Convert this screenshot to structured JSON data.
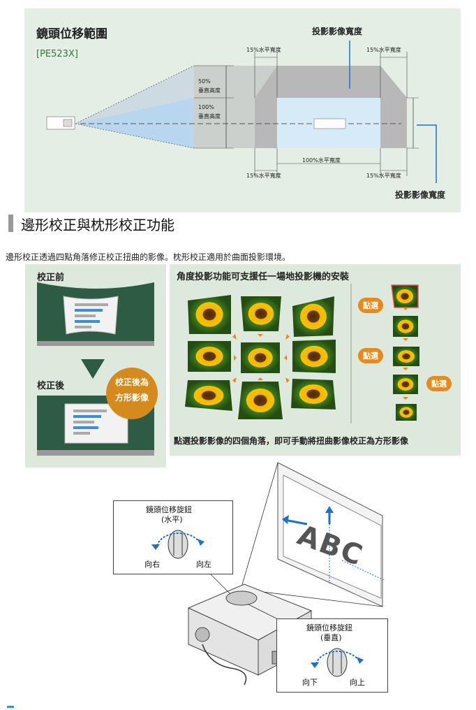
{
  "lens_shift": {
    "title": "鏡頭位移範圍",
    "model": "[PE523X]",
    "proj_width_top": "投影影像寬度",
    "h15_top_left": "15%水平寬度",
    "h15_top_right": "15%水平寬度",
    "v50": "50%",
    "v50_unit": "垂直高度",
    "v100": "100%",
    "v100_unit": "垂直高度",
    "h100": "100%水平寬度",
    "h15_bottom_left": "15%水平寬度",
    "h15_bottom_right": "15%水平寬度",
    "proj_width_bottom": "投影影像寬度"
  },
  "section": {
    "heading": "邊形校正與枕形校正功能",
    "description": "邊形校正透過四點角落修正校正扭曲的影像。枕形校正適用於曲面投影環境。"
  },
  "keystone": {
    "before_label": "校正前",
    "after_label": "校正後",
    "after_callout_line1": "校正後為",
    "after_callout_line2": "方形影像",
    "angle_title": "角度投影功能可支援任一場地投影機的安裝",
    "click1": "點選",
    "click2": "點選",
    "click3": "點選",
    "caption": "點選投影影像的四個角落，即可手動將扭曲影像校正為方形影像"
  },
  "dials": {
    "horizontal_title": "鏡頭位移旋鈕",
    "horizontal_sub": "(水平)",
    "right": "向右",
    "left": "向左",
    "vertical_title": "鏡頭位移旋鈕",
    "vertical_sub": "(垂直)",
    "down": "向下",
    "up": "向上",
    "screen_text": "ABC"
  },
  "colors": {
    "panel_green": "#e4eee4",
    "board_green": "#2e5b43",
    "callout_orange": "#e88a1a",
    "arrow_blue": "#1a73c8"
  }
}
